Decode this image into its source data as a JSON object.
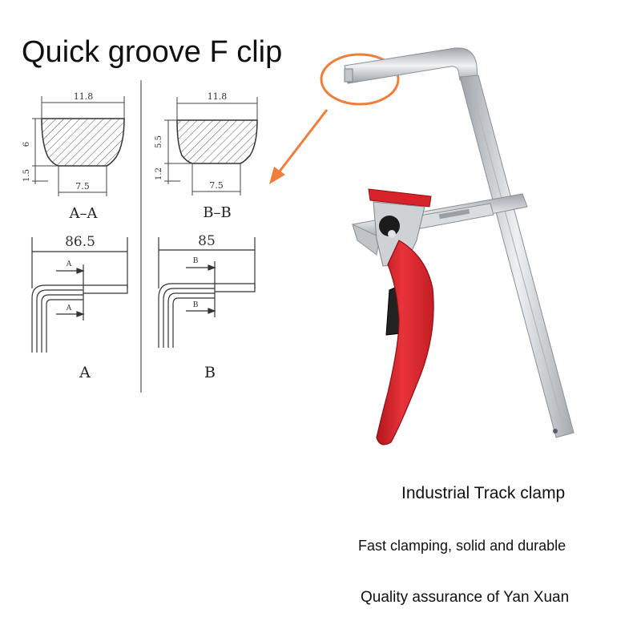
{
  "title": "Quick groove F clip",
  "captions": {
    "line1": "Industrial Track clamp",
    "line2": "Fast clamping, solid and durable",
    "line3": "Quality assurance of Yan Xuan"
  },
  "drawing": {
    "profile_a": {
      "width": "11.8",
      "height": "6",
      "lip": "1.5",
      "slot": "7.5",
      "section_label": "A–A"
    },
    "profile_b": {
      "width": "11.8",
      "height": "5.5",
      "lip": "1.2",
      "slot": "7.5",
      "section_label": "B–B"
    },
    "rail_a": {
      "length": "86.5",
      "marker": "A",
      "view_label": "A"
    },
    "rail_b": {
      "length": "85",
      "marker": "B",
      "view_label": "B"
    }
  },
  "colors": {
    "handle": "#d8232a",
    "highlight_circle": "#f07d3a",
    "steel": "#c9ccd0"
  }
}
